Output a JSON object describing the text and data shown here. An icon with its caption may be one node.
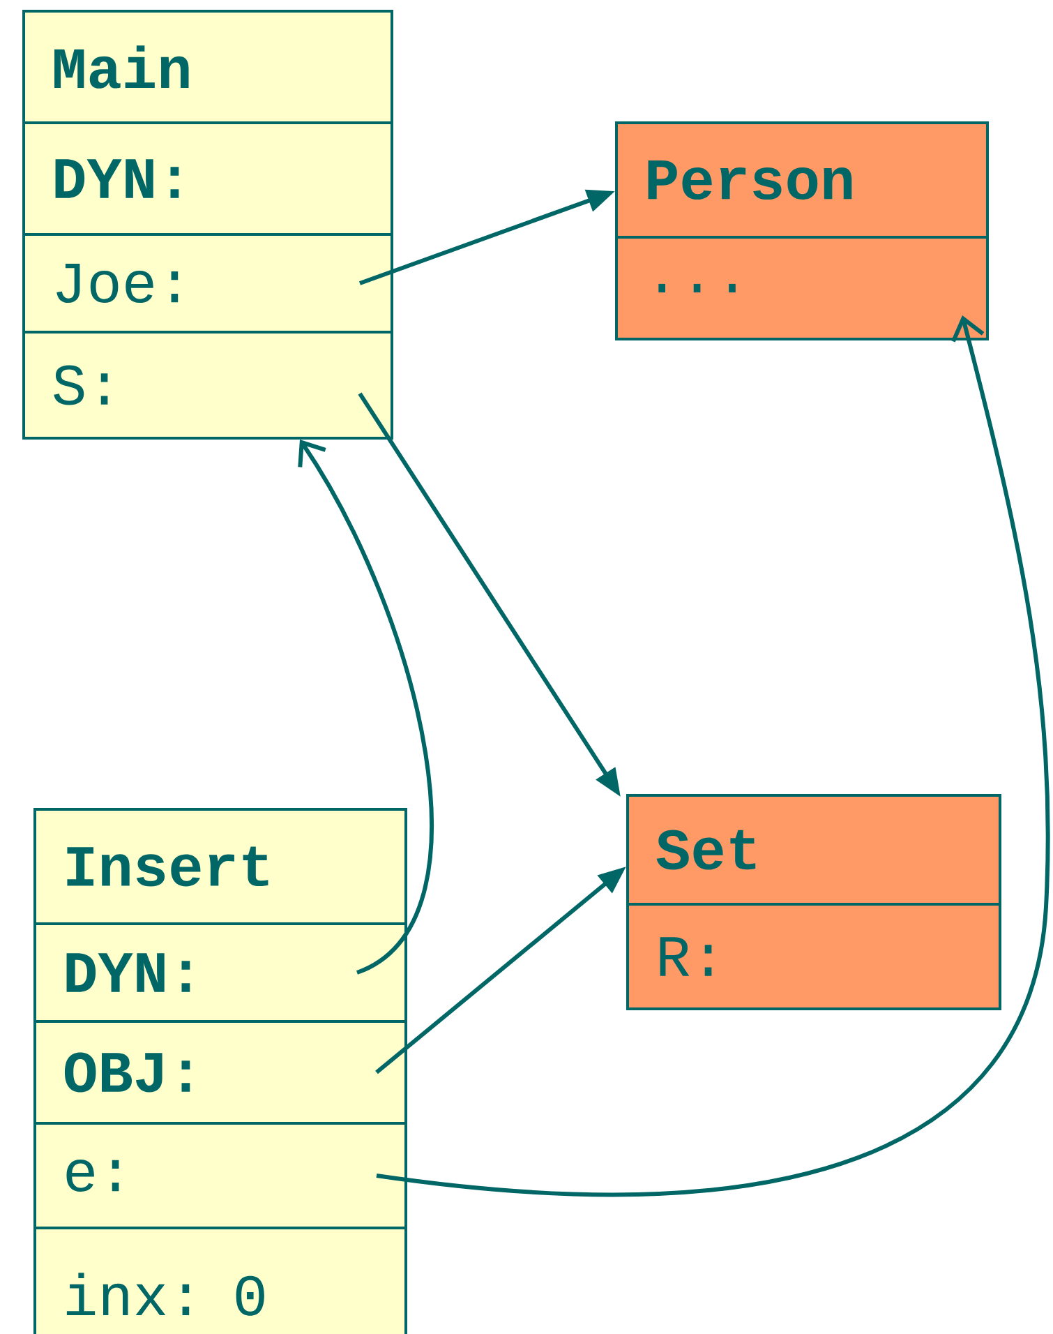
{
  "diagram": {
    "nodes": [
      {
        "text": [
          "Main"
        ]
      },
      {
        "text": [
          "DYN:"
        ]
      },
      {
        "text": [
          "Joe:"
        ]
      },
      {
        "text": [
          "S:"
        ]
      },
      {
        "text": [
          "Person"
        ]
      },
      {
        "text": [
          "..."
        ]
      },
      {
        "text": [
          "Insert"
        ]
      },
      {
        "text": [
          "DYN:"
        ]
      },
      {
        "text": [
          "OBJ:"
        ]
      },
      {
        "text": [
          "e:"
        ]
      },
      {
        "text": [
          "inx: 0"
        ]
      },
      {
        "text": [
          "Set"
        ]
      },
      {
        "text": [
          "R:"
        ]
      }
    ],
    "edges": [
      {
        "from": 2,
        "to": 4,
        "arrow": "to"
      },
      {
        "from": 3,
        "to": 11,
        "arrow": "to"
      },
      {
        "from": 7,
        "to": 3,
        "arrow": "to"
      },
      {
        "from": 8,
        "to": 11,
        "arrow": "to"
      },
      {
        "from": 9,
        "to": 5,
        "arrow": "to"
      }
    ]
  }
}
